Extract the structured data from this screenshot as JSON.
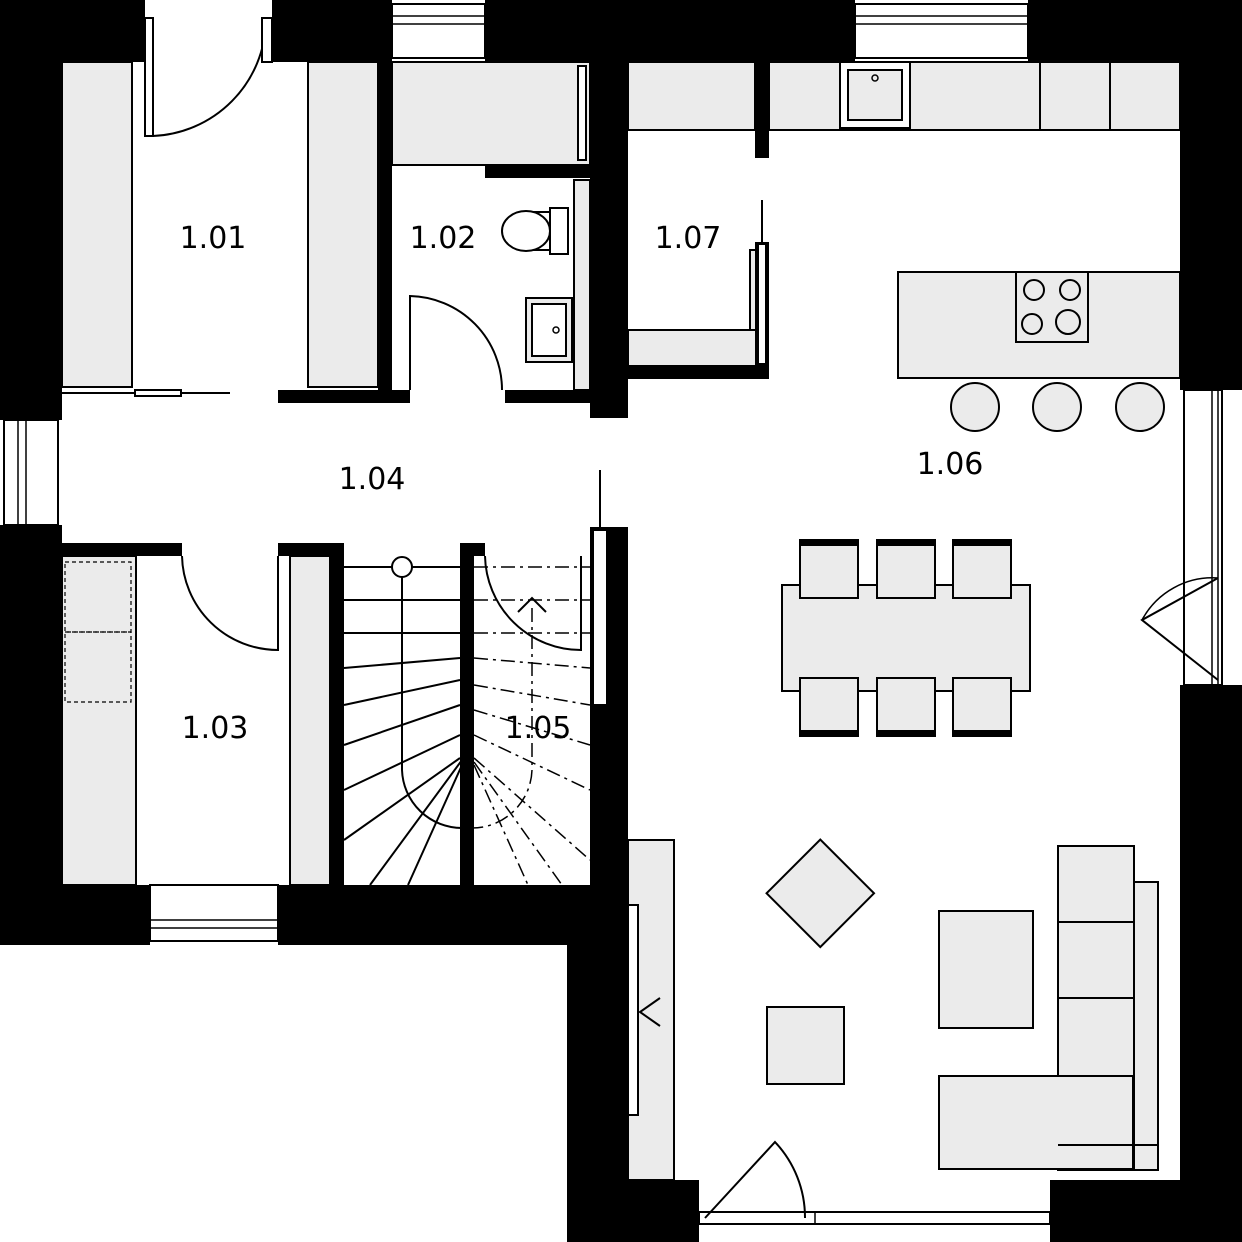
{
  "plan": {
    "rooms": [
      {
        "id": "r101",
        "label": "1.01"
      },
      {
        "id": "r102",
        "label": "1.02"
      },
      {
        "id": "r103",
        "label": "1.03"
      },
      {
        "id": "r104",
        "label": "1.04"
      },
      {
        "id": "r105",
        "label": "1.05"
      },
      {
        "id": "r106",
        "label": "1.06"
      },
      {
        "id": "r107",
        "label": "1.07"
      }
    ],
    "colors": {
      "wall": "#000000",
      "furniture": "#ebebeb",
      "floor": "#ffffff"
    }
  }
}
